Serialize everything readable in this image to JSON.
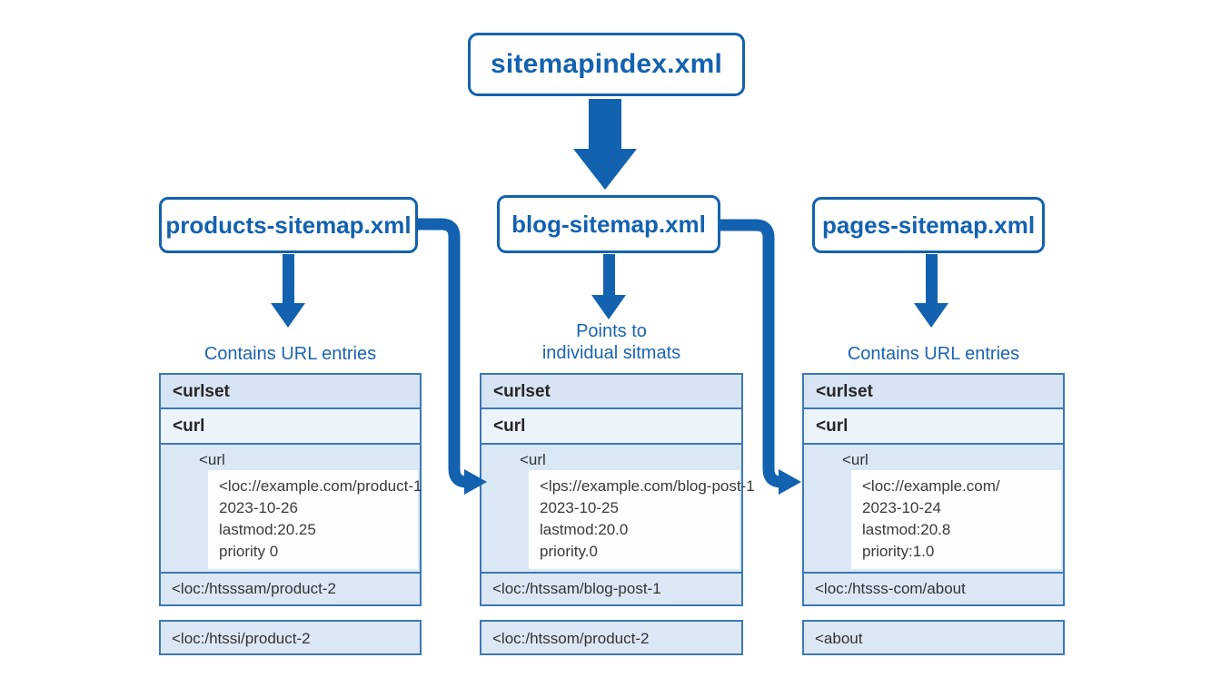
{
  "colors": {
    "accent_blue": "#1362b0",
    "panel_border_blue": "#3c78b8",
    "row_bg_blue": "#d7e4f3",
    "row_bg_light": "#edf3fa",
    "nested_bg": "#dae8f6",
    "inner_card_bg": "#fefefe",
    "dark_text": "#333333"
  },
  "root_node": {
    "label": "sitemapindex.xml"
  },
  "columns": [
    {
      "file_label": "products-sitemap.xml",
      "caption_line1": "Contains URL entries",
      "caption_line2": "",
      "panel": {
        "row_urlset": "<urlset",
        "row_url": "<url",
        "nested_label": "<url",
        "detail_lines": [
          "<loc://example.com/product-1",
          "2023-10-26",
          "lastmod:20.25",
          "priority 0"
        ],
        "footer_row": "<loc:/htsssam/product-2",
        "extra_box": "<loc:/htssi/product-2"
      }
    },
    {
      "file_label": "blog-sitemap.xml",
      "caption_line1": "Points to",
      "caption_line2": "individual sitmats",
      "panel": {
        "row_urlset": "<urlset",
        "row_url": "<url",
        "nested_label": "<url",
        "detail_lines": [
          "<lps://example.com/blog-post-1",
          "2023-10-25",
          "lastmod:20.0",
          "priority.0"
        ],
        "footer_row": "<loc:/htssam/blog-post-1",
        "extra_box": "<loc:/htssom/product-2"
      }
    },
    {
      "file_label": "pages-sitemap.xml",
      "caption_line1": "Contains URL entries",
      "caption_line2": "",
      "panel": {
        "row_urlset": "<urlset",
        "row_url": "<url",
        "nested_label": "<url",
        "detail_lines": [
          "<loc://example.com/",
          "2023-10-24",
          "lastmod:20.8",
          "priority:1.0"
        ],
        "footer_row": "<loc:/htsss-com/about",
        "extra_box": "<about"
      }
    }
  ]
}
